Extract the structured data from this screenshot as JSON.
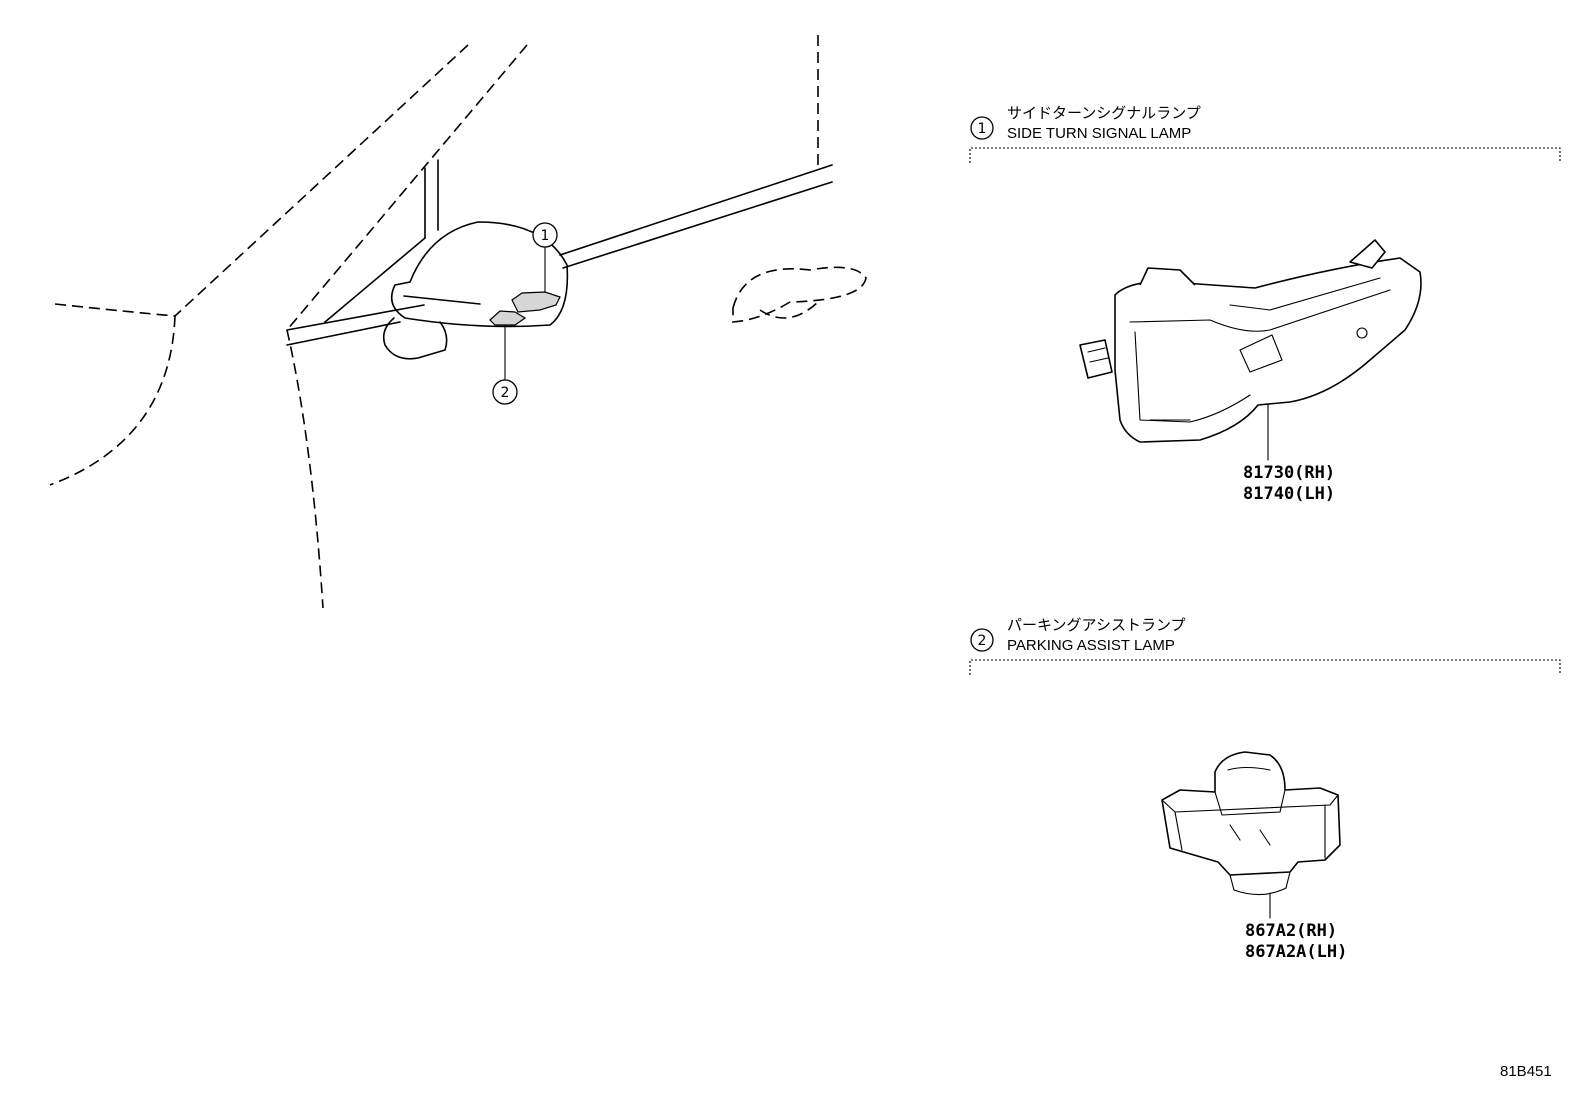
{
  "callouts": {
    "mirror_1": "1",
    "mirror_2": "2"
  },
  "sections": [
    {
      "index": "1",
      "title_jp": "サイドターンシグナルランプ",
      "title_en": "SIDE TURN SIGNAL LAMP",
      "part_numbers": [
        "81730(RH)",
        "81740(LH)"
      ]
    },
    {
      "index": "2",
      "title_jp": "パーキングアシストランプ",
      "title_en": "PARKING ASSIST LAMP",
      "part_numbers": [
        "867A2(RH)",
        "867A2A(LH)"
      ]
    }
  ],
  "diagram_code": "81B451",
  "icons": [
    "side-turn-signal-lamp-icon",
    "parking-assist-lamp-icon",
    "car-door-mirror-outline"
  ]
}
